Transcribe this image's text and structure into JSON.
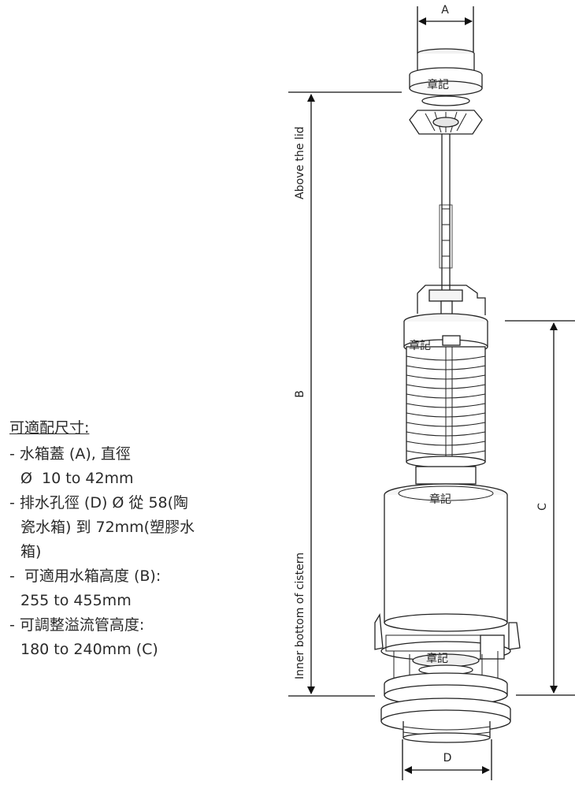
{
  "labels": {
    "dim_a": "A",
    "dim_b": "B",
    "dim_c": "C",
    "dim_d": "D",
    "above_lid": "Above the lid",
    "inner_bottom": "Inner bottom of cistern"
  },
  "watermark": "章記",
  "specs": {
    "title": "可適配尺寸:",
    "items": [
      {
        "line1": "- 水箱蓋 (A), 直徑",
        "line2": "Ø  10 to 42mm",
        "line3": ""
      },
      {
        "line1": "- 排水孔徑 (D) Ø 從 58(陶",
        "line2": "瓷水箱) 到 72mm(塑膠水",
        "line3": "箱)"
      },
      {
        "line1": "-  可適用水箱高度 (B):",
        "line2": "255 to 455mm",
        "line3": ""
      },
      {
        "line1": "- 可調整溢流管高度:",
        "line2": "180 to 240mm (C)",
        "line3": ""
      }
    ]
  }
}
